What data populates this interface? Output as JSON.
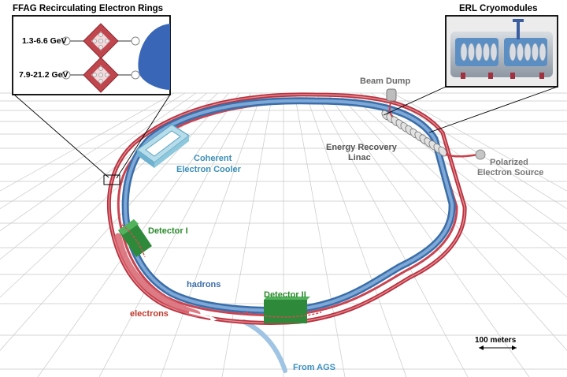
{
  "insets": {
    "ffag_title": "FFAG Recirculating Electron Rings",
    "ffag_energy_low": "1.3-6.6 GeV",
    "ffag_energy_high": "7.9-21.2 GeV",
    "erl_title": "ERL Cryomodules"
  },
  "labels": {
    "beam_dump": "Beam Dump",
    "energy_recovery_line1": "Energy Recovery",
    "energy_recovery_line2": "Linac",
    "polarized_line1": "Polarized",
    "polarized_line2": "Electron Source",
    "cooler_line1": "Coherent",
    "cooler_line2": "Electron Cooler",
    "detector_1": "Detector I",
    "detector_2": "Detector II",
    "hadrons": "hadrons",
    "electrons": "electrons",
    "from_ags": "From AGS",
    "scale": "100 meters"
  },
  "colors": {
    "hadron_ring": "#4f86c6",
    "electron_ring": "#c8404c",
    "detector": "#2e8a3a",
    "cooler": "#7cc4dd",
    "label_blue": "#2f7db5",
    "label_green": "#2a8a2a",
    "label_red": "#c0392b",
    "label_gray": "#666666"
  }
}
